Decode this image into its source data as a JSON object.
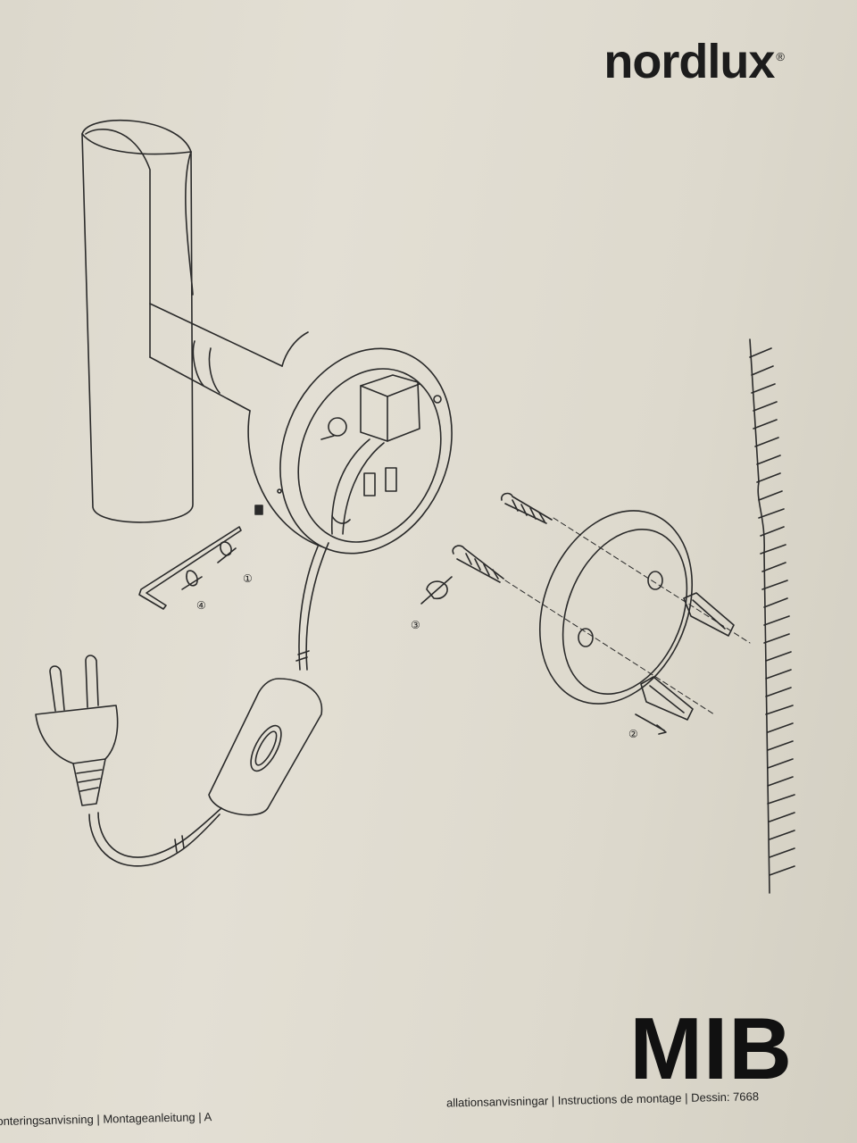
{
  "brand": {
    "name": "nordlux",
    "registered": "®"
  },
  "product": {
    "model": "MIB"
  },
  "steps": {
    "step1": "①",
    "step2": "②",
    "step3": "③",
    "step4": "④"
  },
  "footer": {
    "left": "onteringsanvisning | Montageanleitung | A",
    "right": "allationsanvisningar | Instructions de montage | Dessin: 7668"
  },
  "colors": {
    "paper": "#e0dcd0",
    "ink": "#1c1c1c"
  }
}
